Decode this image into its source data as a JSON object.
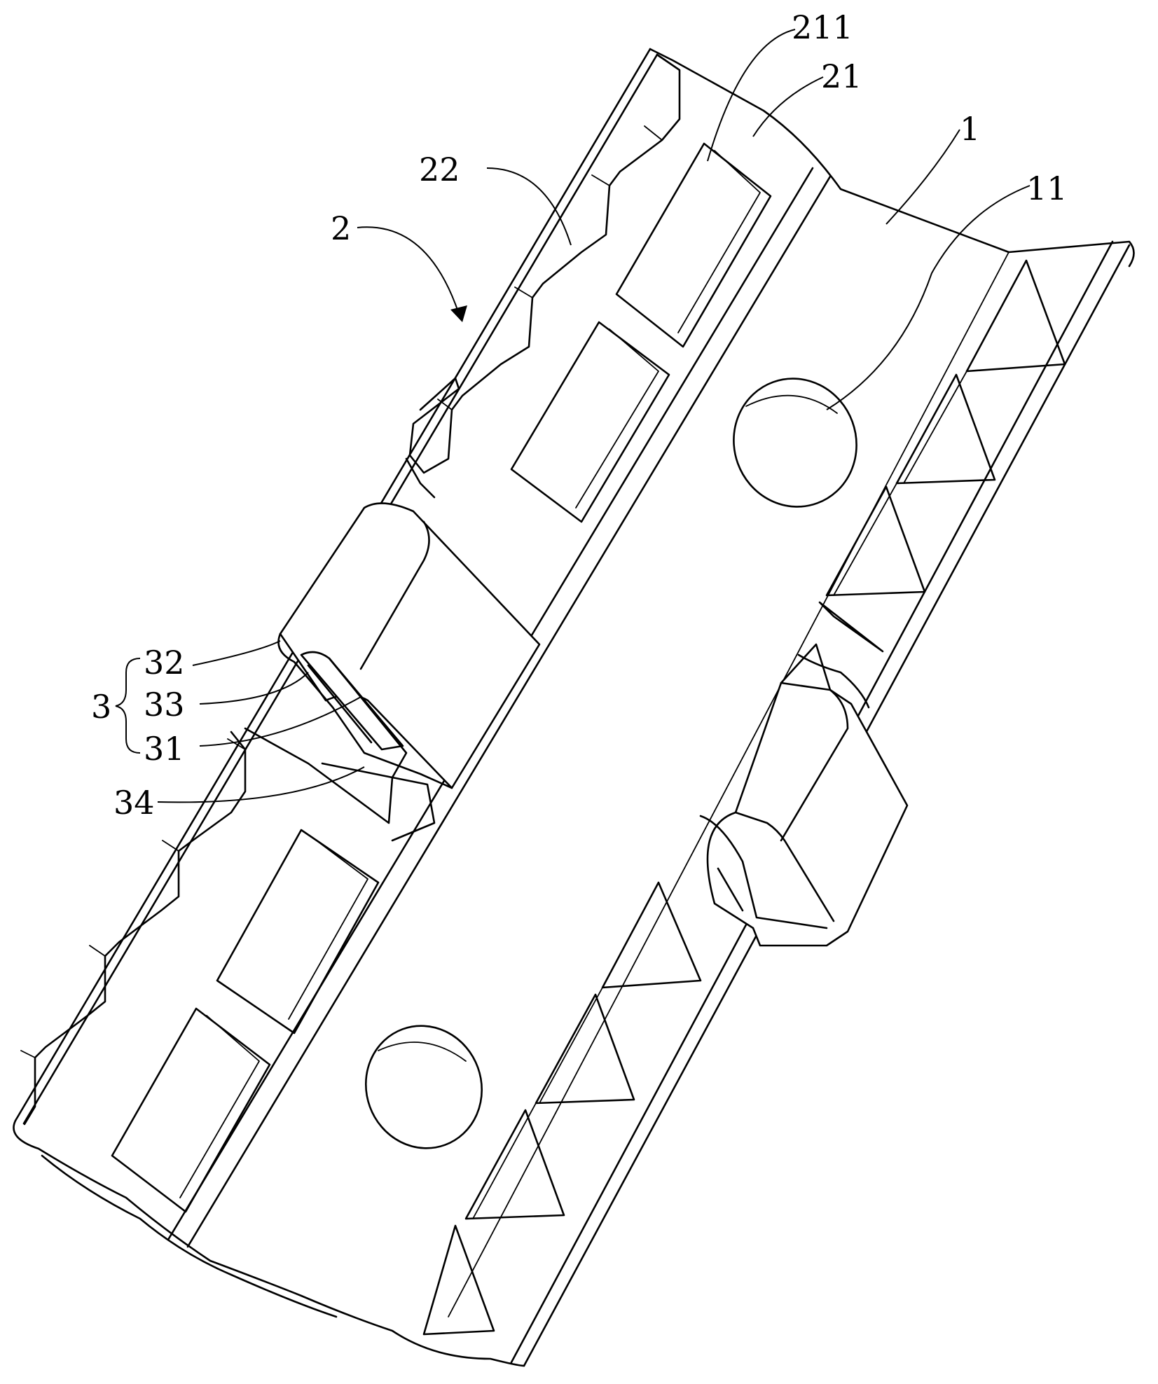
{
  "labels": {
    "l211": "211",
    "l21": "21",
    "l1": "1",
    "l11": "11",
    "l22": "22",
    "l2": "2",
    "l3": "3",
    "l32": "32",
    "l33": "33",
    "l31": "31",
    "l34": "34"
  }
}
